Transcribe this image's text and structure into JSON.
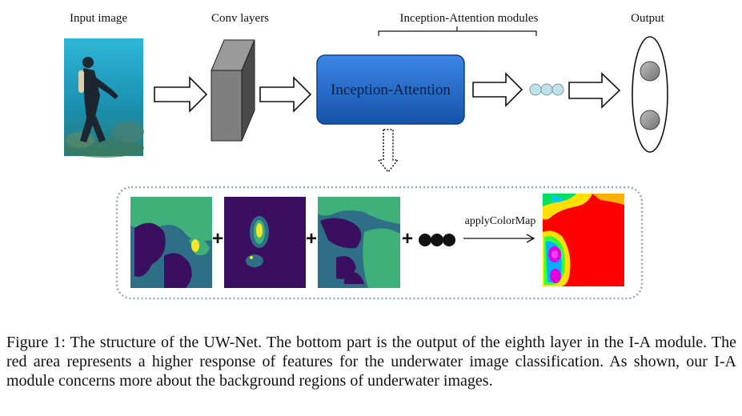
{
  "figure": {
    "labels": {
      "input_image": "Input image",
      "conv_layers": "Conv layers",
      "inception_modules": "Inception-Attention modules",
      "output": "Output",
      "inception_block": "Inception-Attention",
      "apply_colormap": "applyColorMap"
    },
    "plus_sign": "+",
    "colors": {
      "block_fill": "#1e66c8",
      "block_text": "#0a1f3a",
      "heat_dark": "#3b0f5f",
      "heat_teal": "#2e6e86",
      "heat_green": "#3fb07a",
      "heat_yellow": "#f5e62a",
      "circle_light": "#bfe3ea",
      "dashed_border": "#9aa8a8"
    }
  },
  "caption": "Figure 1: The structure of the UW-Net. The bottom part is the output of the eighth layer in the I-A module. The red area represents a higher response of features for the underwater image classification. As shown, our I-A module concerns more about the background regions of underwater images."
}
